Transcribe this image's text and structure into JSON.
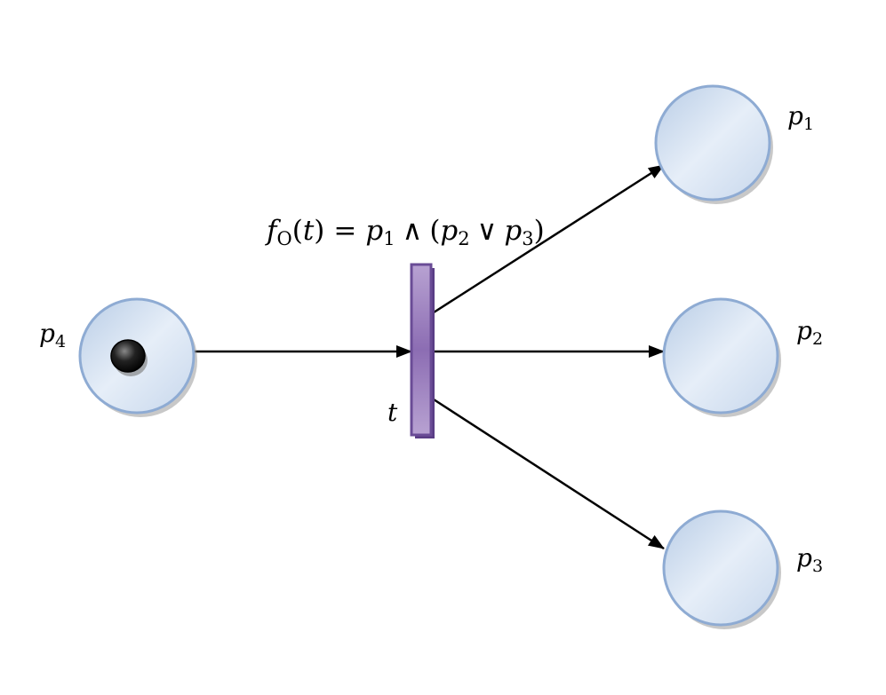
{
  "colors": {
    "place_fill_light": "#e6eef8",
    "place_fill_dark": "#b9cde6",
    "place_stroke": "#8eabd3",
    "transition_fill": "#8c6db3",
    "transition_light": "#b8a2d2",
    "transition_stroke": "#6a4c96",
    "arc": "#000000",
    "token": "#111111"
  },
  "places": [
    {
      "id": "p4",
      "base": "p",
      "sub": "4",
      "tokens": 1
    },
    {
      "id": "p1",
      "base": "p",
      "sub": "1",
      "tokens": 0
    },
    {
      "id": "p2",
      "base": "p",
      "sub": "2",
      "tokens": 0
    },
    {
      "id": "p3",
      "base": "p",
      "sub": "3",
      "tokens": 0
    }
  ],
  "transition": {
    "label": "t"
  },
  "arcs": [
    {
      "from": "p4",
      "to": "t"
    },
    {
      "from": "t",
      "to": "p1"
    },
    {
      "from": "t",
      "to": "p2"
    },
    {
      "from": "t",
      "to": "p3"
    }
  ],
  "formula": {
    "f": "f",
    "f_sub": "O",
    "open1": "(",
    "t": "t",
    "close1": ")",
    "eq": "=",
    "p": "p",
    "sub1": "1",
    "and": "∧",
    "open2": "(",
    "sub2": "2",
    "or": "∨",
    "sub3": "3",
    "close2": ")"
  }
}
